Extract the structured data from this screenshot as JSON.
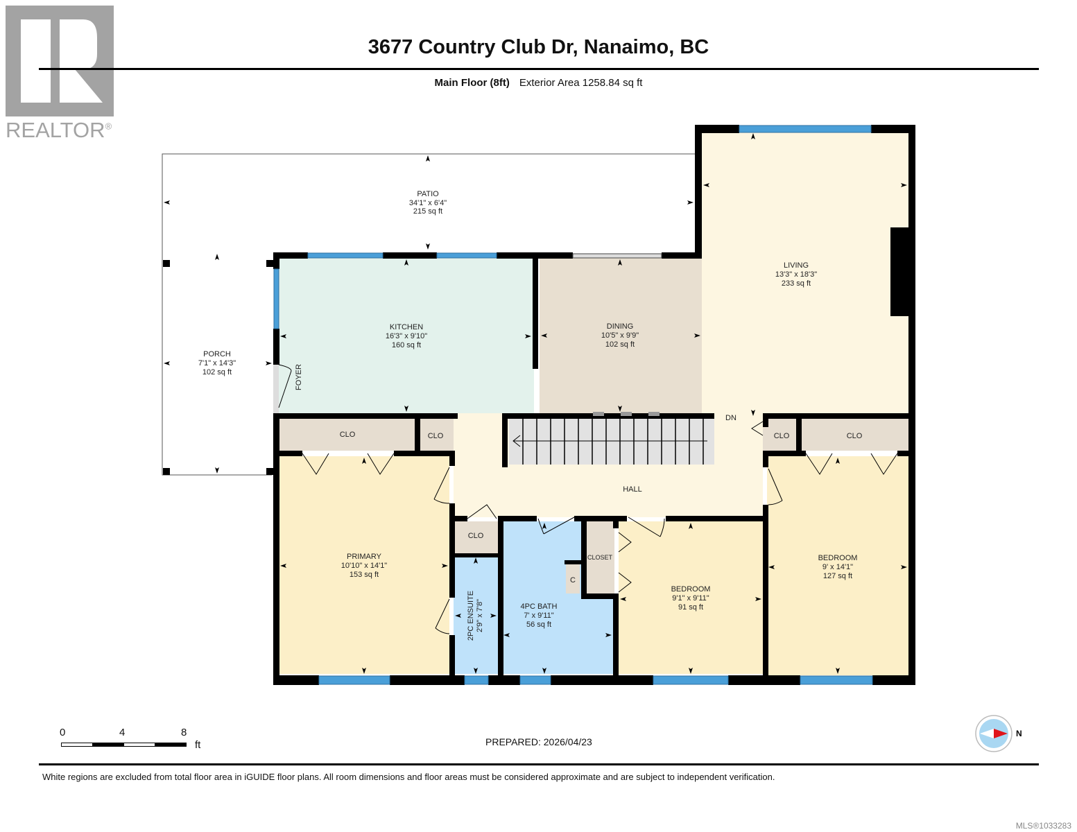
{
  "header": {
    "logo_text": "REALTOR",
    "logo_mark": "®",
    "title": "3677 Country Club Dr, Nanaimo, BC",
    "floor_label": "Main Floor (8ft)",
    "exterior_area": "Exterior Area 1258.84 sq ft"
  },
  "colors": {
    "wall": "#000000",
    "window": "#4a9fd8",
    "kitchen": "#e3f2ec",
    "dining": "#e8dfd0",
    "living": "#fdf6e1",
    "bedroom": "#fcefc8",
    "bath": "#bfe2fa",
    "closet": "#e6ddd0",
    "hall": "#fdf6e1",
    "door_gap": "#d8d8d8"
  },
  "rooms": [
    {
      "id": "patio",
      "name": "PATIO",
      "dims": "34'1\" x 6'4\"",
      "area": "215 sq ft"
    },
    {
      "id": "porch",
      "name": "PORCH",
      "dims": "7'1\" x 14'3\"",
      "area": "102 sq ft"
    },
    {
      "id": "kitchen",
      "name": "KITCHEN",
      "dims": "16'3\" x 9'10\"",
      "area": "160 sq ft"
    },
    {
      "id": "dining",
      "name": "DINING",
      "dims": "10'5\" x 9'9\"",
      "area": "102 sq ft"
    },
    {
      "id": "living",
      "name": "LIVING",
      "dims": "13'3\" x 18'3\"",
      "area": "233 sq ft"
    },
    {
      "id": "primary",
      "name": "PRIMARY",
      "dims": "10'10\" x 14'1\"",
      "area": "153 sq ft"
    },
    {
      "id": "ensuite",
      "name": "2PC ENSUITE",
      "dims": "2'9\" x 7'8\"",
      "area": ""
    },
    {
      "id": "bath",
      "name": "4PC BATH",
      "dims": "7' x 9'11\"",
      "area": "56 sq ft"
    },
    {
      "id": "bedroom2",
      "name": "BEDROOM",
      "dims": "9'1\" x 9'11\"",
      "area": "91 sq ft"
    },
    {
      "id": "bedroom3",
      "name": "BEDROOM",
      "dims": "9' x 14'1\"",
      "area": "127 sq ft"
    }
  ],
  "labels": {
    "foyer": "FOYER",
    "hall": "HALL",
    "dn": "DN",
    "clo": "CLO",
    "closet": "CLOSET",
    "c": "C"
  },
  "scale": {
    "ticks": [
      "0",
      "4",
      "8"
    ],
    "unit": "ft"
  },
  "prepared": "PREPARED: 2026/04/23",
  "compass": {
    "label": "N"
  },
  "disclaimer": "White regions are excluded from total floor area in iGUIDE floor plans. All room dimensions and floor areas must be considered approximate and are subject to independent verification.",
  "mls": "MLS®1033283"
}
